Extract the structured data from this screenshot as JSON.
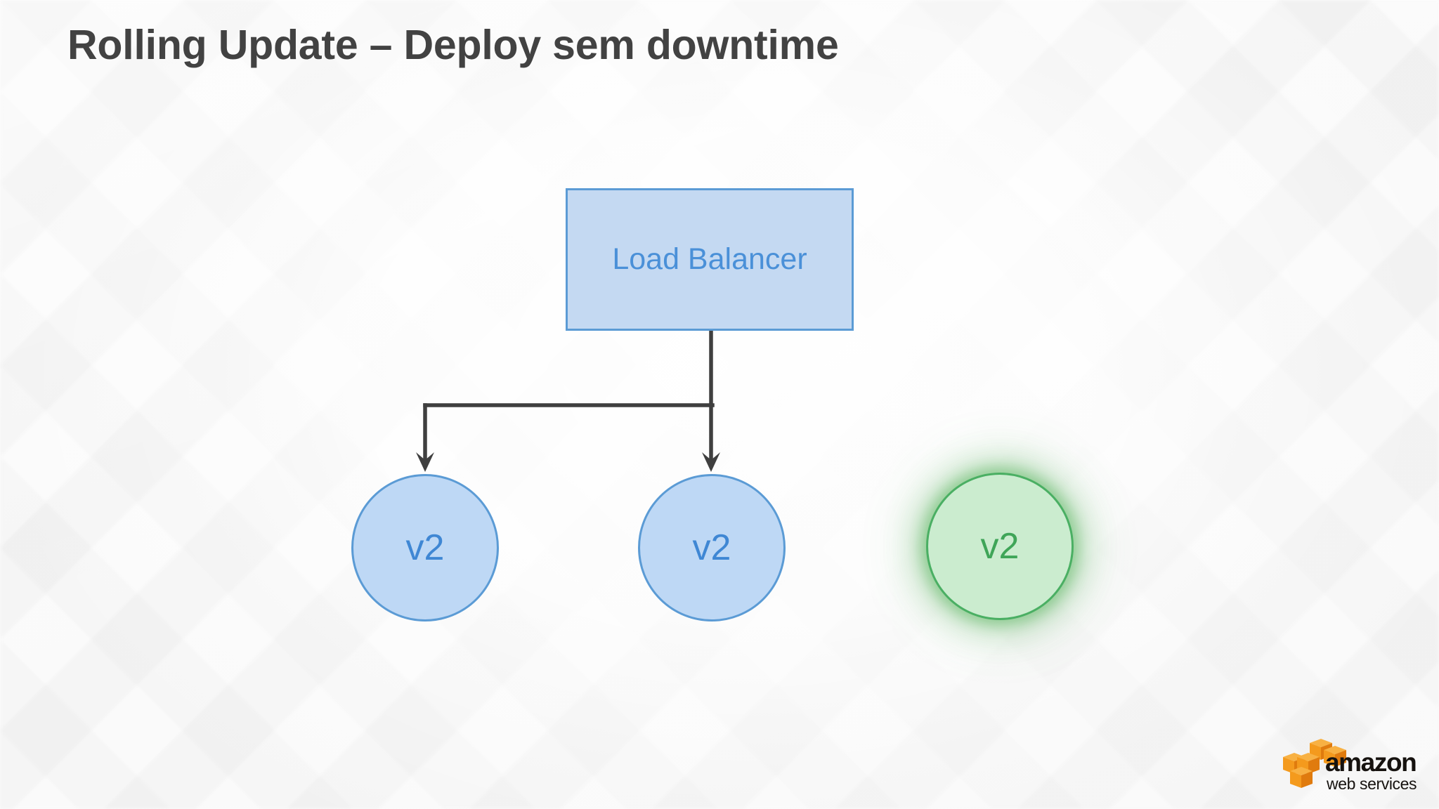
{
  "slide": {
    "title": "Rolling Update – Deploy sem downtime",
    "background_color": "#fafafa",
    "title_color": "#424242"
  },
  "diagram": {
    "type": "flow",
    "load_balancer": {
      "label": "Load Balancer",
      "fill": "#c4d9f2",
      "border": "#5b9bd5",
      "text_color": "#4a90d8"
    },
    "instances": [
      {
        "id": "instance-1",
        "label": "v2",
        "state": "updated",
        "style": "blue",
        "fill": "#bed8f5",
        "border": "#5b9bd5",
        "text_color": "#3f87d4",
        "connected": true,
        "highlighted": false
      },
      {
        "id": "instance-2",
        "label": "v2",
        "state": "updated",
        "style": "blue",
        "fill": "#bed8f5",
        "border": "#5b9bd5",
        "text_color": "#3f87d4",
        "connected": true,
        "highlighted": false
      },
      {
        "id": "instance-3",
        "label": "v2",
        "state": "updating",
        "style": "green",
        "fill": "#cbeccf",
        "border": "#4aaf63",
        "text_color": "#3fa558",
        "connected": false,
        "highlighted": true,
        "glow_color": "#4caf50"
      }
    ],
    "connector_color": "#3f3f3f",
    "connector_width": 5
  },
  "branding": {
    "logo_name": "amazon-web-services-logo",
    "wordmark": "amazon",
    "tagline": "web services",
    "cube_color": "#f49a1d",
    "text_color": "#16120f"
  }
}
